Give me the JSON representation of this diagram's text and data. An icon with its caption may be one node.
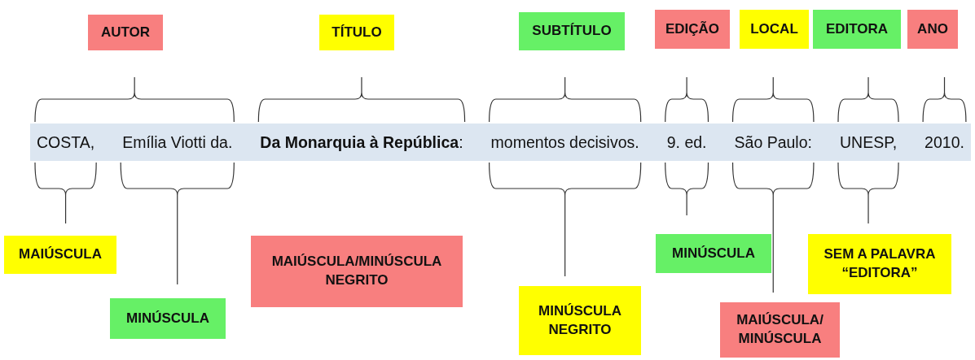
{
  "diagram": {
    "nodes": [
      {
        "text": [
          "AUTOR"
        ]
      },
      {
        "text": [
          "TÍTULO"
        ]
      },
      {
        "text": [
          "SUBTÍTULO"
        ]
      },
      {
        "text": [
          "EDIÇÃO"
        ]
      },
      {
        "text": [
          "LOCAL"
        ]
      },
      {
        "text": [
          "EDITORA"
        ]
      },
      {
        "text": [
          "ANO"
        ]
      },
      {
        "text": [
          "COSTA,",
          "Emília Viotti da.",
          "**Da Monarquia à República**:",
          "momentos decisivos.",
          "9. ed.",
          "São Paulo:",
          "UNESP,",
          "2010."
        ]
      },
      {
        "text": [
          "MAIÚSCULA"
        ]
      },
      {
        "text": [
          "MINÚSCULA"
        ]
      },
      {
        "text": [
          "MAIÚSCULA/MINÚSCULA NEGRITO"
        ]
      },
      {
        "text": [
          "MINÚSCULA NEGRITO"
        ]
      },
      {
        "text": [
          "MINÚSCULA"
        ]
      },
      {
        "text": [
          "MAIÚSCULA/ MINÚSCULA"
        ]
      },
      {
        "text": [
          "SEM A PALAVRA “EDITORA”"
        ]
      }
    ],
    "edges": []
  }
}
